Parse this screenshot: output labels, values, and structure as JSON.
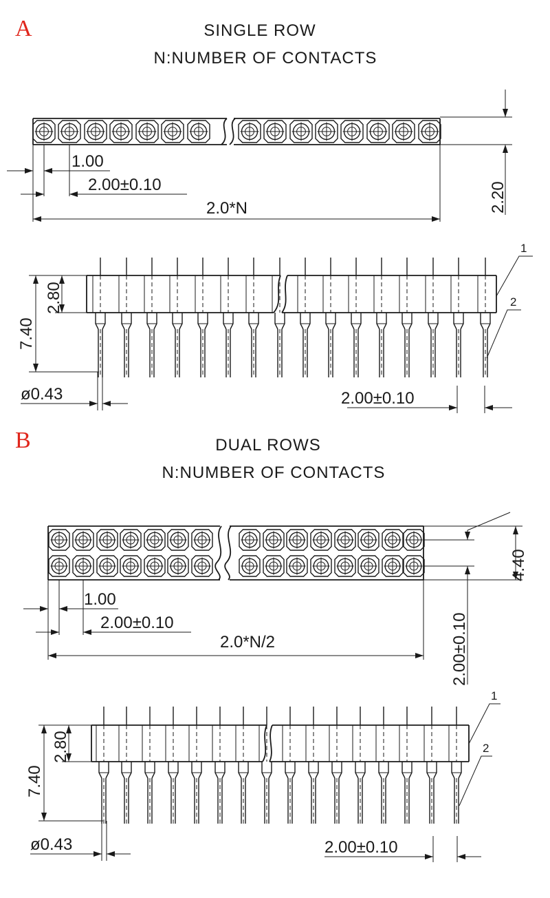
{
  "colors": {
    "section_label": "#e0261c",
    "ink": "#1a1a1a"
  },
  "section_a": {
    "label": "A",
    "title": "SINGLE ROW",
    "subtitle": "N:NUMBER OF CONTACTS",
    "pitch": "1.00",
    "pitch_tol": "2.00±0.10",
    "overall": "2.0*N",
    "height": "2.20",
    "body_height": "2.80",
    "total_height": "7.40",
    "pin_dia": "ø0.43",
    "pin_pitch": "2.00±0.10",
    "callout_1": "1",
    "callout_2": "2"
  },
  "section_b": {
    "label": "B",
    "title": "DUAL ROWS",
    "subtitle": "N:NUMBER OF CONTACTS",
    "pitch": "1.00",
    "pitch_tol": "2.00±0.10",
    "overall": "2.0*N/2",
    "width": "4.40",
    "row_pitch": "2.00±0.10",
    "body_height": "2.80",
    "total_height": "7.40",
    "pin_dia": "ø0.43",
    "pin_pitch": "2.00±0.10",
    "callout_1": "1",
    "callout_2": "2"
  }
}
